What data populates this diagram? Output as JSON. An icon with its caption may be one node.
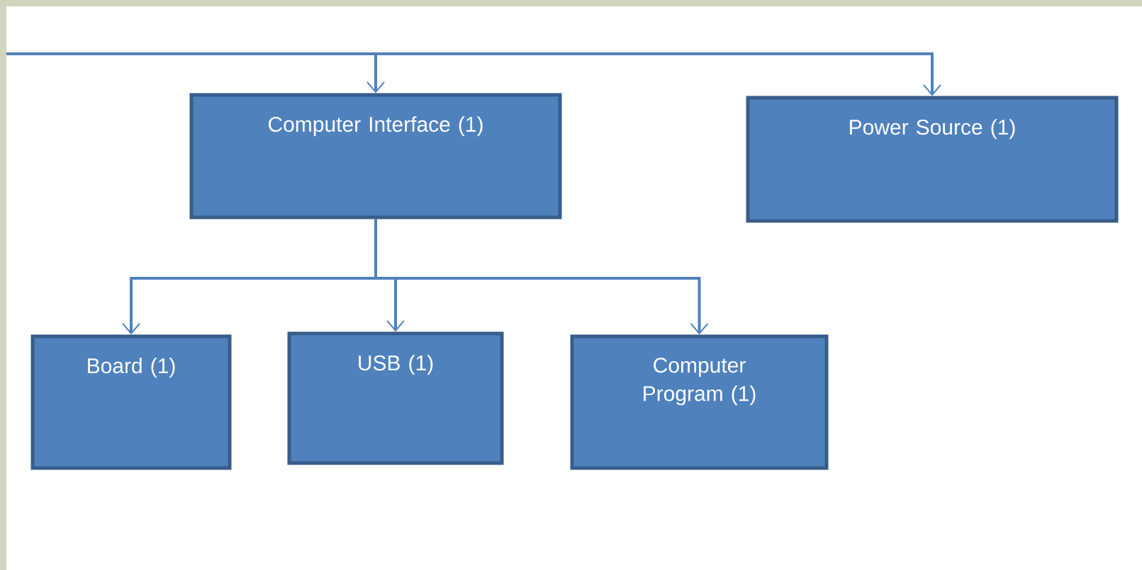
{
  "diagram": {
    "nodes": [
      {
        "text": [
          "Computer Interface (1)"
        ]
      },
      {
        "text": [
          "Power Source (1)"
        ]
      },
      {
        "text": [
          "Board (1)"
        ]
      },
      {
        "text": [
          "USB (1)"
        ]
      },
      {
        "text": [
          "Computer Program (1)"
        ]
      }
    ],
    "edges": [
      {
        "from": null,
        "to": 0,
        "arrow": "to"
      },
      {
        "from": null,
        "to": 1,
        "arrow": "to"
      },
      {
        "from": 0,
        "to": 2,
        "arrow": "to"
      },
      {
        "from": 0,
        "to": 3,
        "arrow": "to"
      },
      {
        "from": 0,
        "to": 4,
        "arrow": "to"
      }
    ]
  }
}
